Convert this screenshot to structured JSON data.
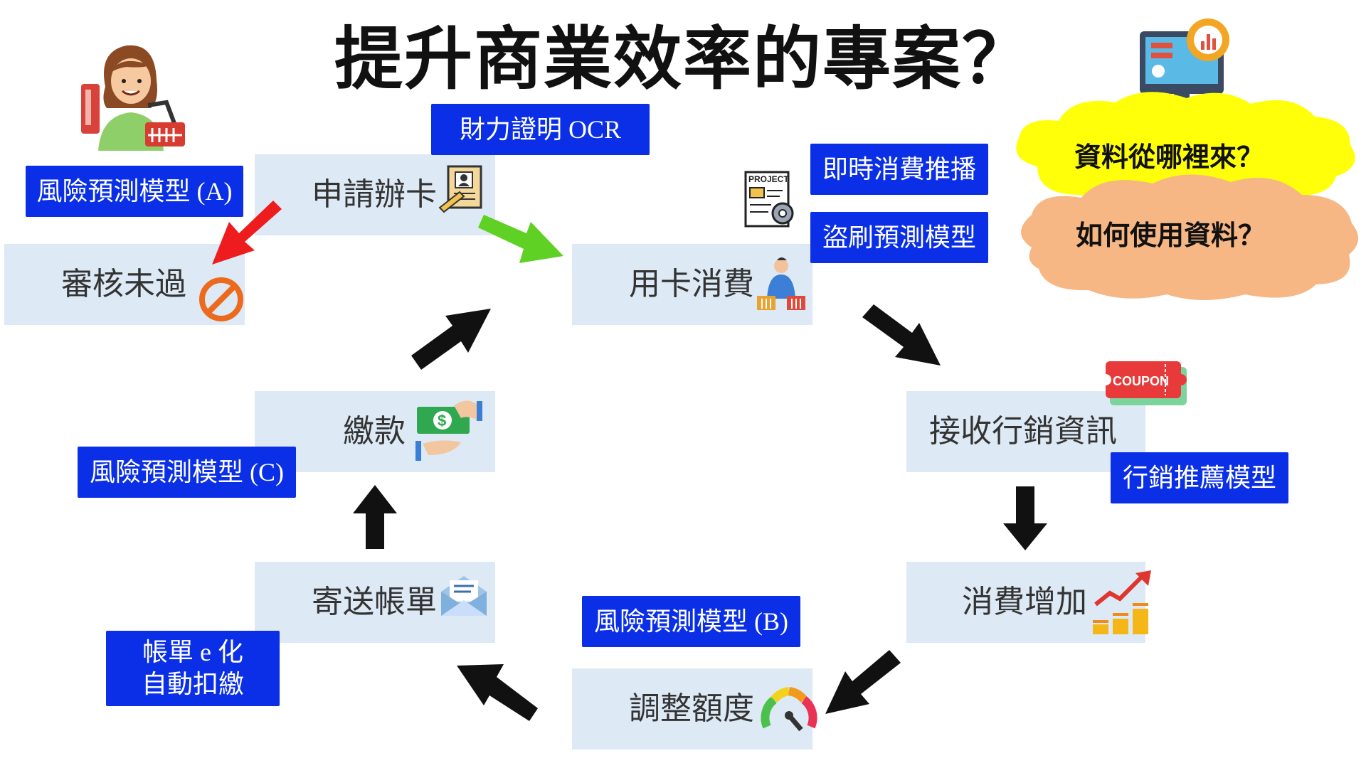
{
  "title": "提升商業效率的專案？",
  "steps": {
    "apply": "申請辦卡",
    "rejected": "審核未過",
    "spend": "用卡消費",
    "receive": "接收行銷資訊",
    "increase": "消費增加",
    "adjust": "調整額度",
    "bill": "寄送帳單",
    "pay": "繳款"
  },
  "tags": {
    "risk_a": "風險預測模型 (A)",
    "ocr": "財力證明 OCR",
    "push": "即時消費推播",
    "fraud": "盜刷預測模型",
    "recommend": "行銷推薦模型",
    "risk_b": "風險預測模型 (B)",
    "risk_c": "風險預測模型 (C)",
    "ebill_line1": "帳單 e 化",
    "ebill_line2": "自動扣繳"
  },
  "clouds": {
    "q1": "資料從哪裡來？",
    "q2": "如何使用資料？"
  },
  "icons": {
    "project_label": "PROJECT",
    "coupon_label": "COUPON",
    "dollar": "$"
  },
  "colors": {
    "step_bg": "#dde9f5",
    "tag_bg": "#0a2fe6",
    "arrow_black": "#111111",
    "arrow_red": "#ee1c1c",
    "arrow_green": "#5fd024",
    "cloud_yellow": "#ffff0a",
    "cloud_orange": "#f7b784"
  }
}
